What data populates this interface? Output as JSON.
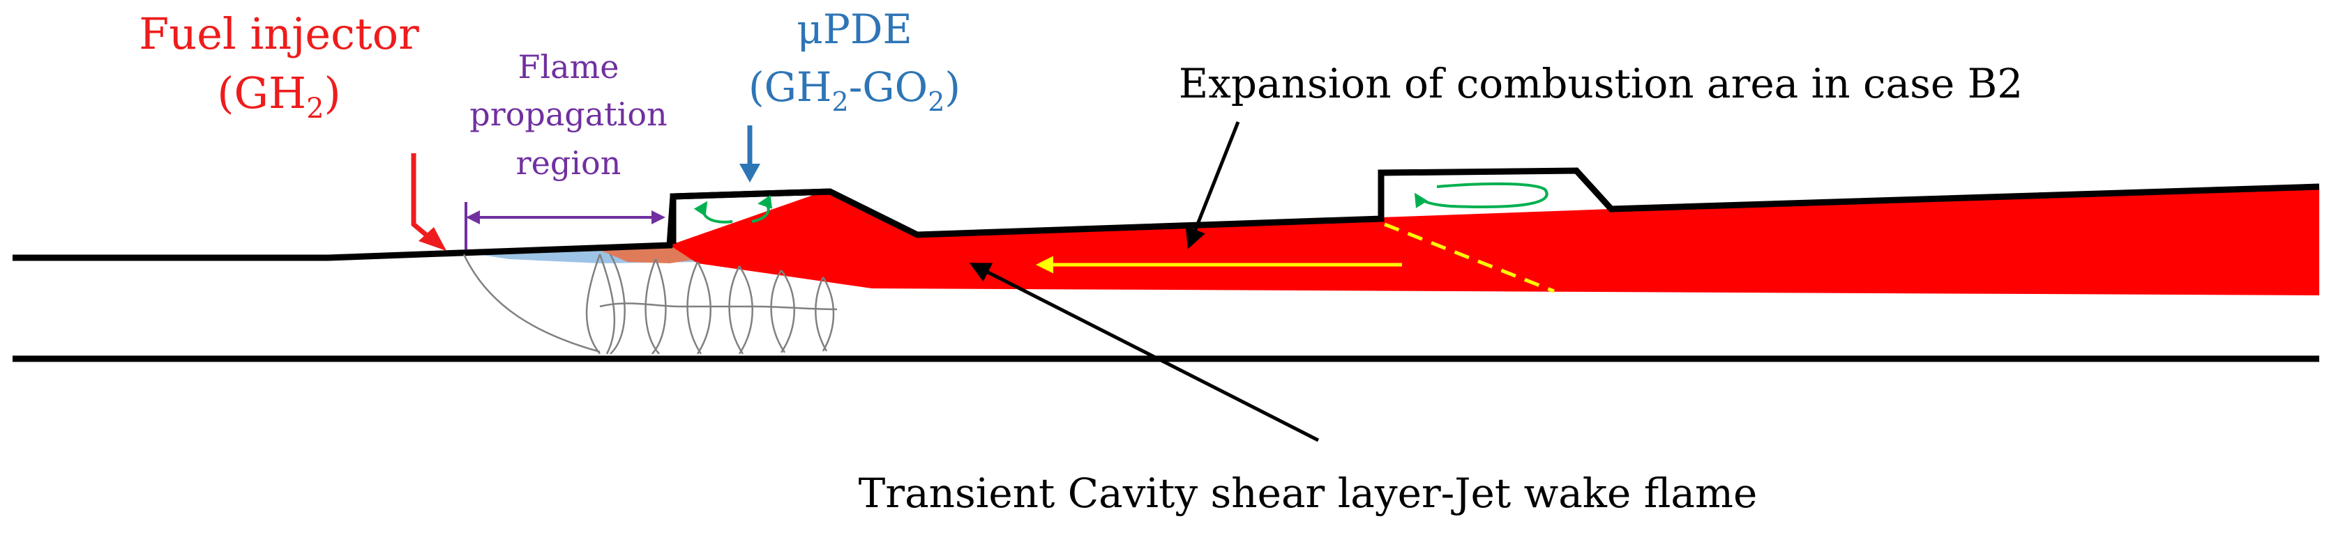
{
  "labels": {
    "fuel_injector_line1": "Fuel injector",
    "fuel_injector_line2_main": "(GH",
    "fuel_injector_line2_sub": "2",
    "fuel_injector_line2_end": ")",
    "flame_region_line1": "Flame",
    "flame_region_line2": "propagation",
    "flame_region_line3": "region",
    "updе_line1": "μPDE",
    "updе_line2_a": "(GH",
    "updе_line2_sub1": "2",
    "updе_line2_b": "-GO",
    "updе_line2_sub2": "2",
    "updе_line2_c": ")",
    "expansion_text": "Expansion of combustion area in case B2",
    "transient_text": "Transient Cavity shear layer-Jet wake flame"
  },
  "colors": {
    "fuel_injector": "#ee1c1c",
    "flame_region": "#7030a0",
    "updе": "#2e75b6",
    "combustion": "#ff0000",
    "flame_front": "#e07b5a",
    "jet_blue": "#9dc3e6",
    "arrow_yellow": "#ffff00",
    "recirculation": "#00b050",
    "wall": "#000000",
    "cells": "#7f7f7f"
  }
}
